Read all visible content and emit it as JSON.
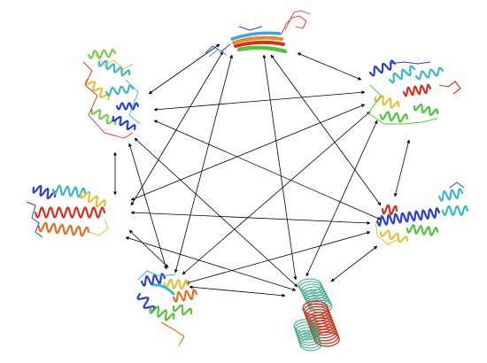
{
  "diagram": {
    "kind": "all-to-all protein structure comparison network",
    "nodes": [
      {
        "id": "top",
        "icon": "beta-sheet-ribbon-protein-icon",
        "colors": [
          "#2a3fd0",
          "#3aa6e0",
          "#f08a1e",
          "#d8301e",
          "#55c23c"
        ]
      },
      {
        "id": "upper-left",
        "icon": "multi-domain-helical-protein-icon",
        "colors": [
          "#2a3fd0",
          "#3ab8c8",
          "#7ec84a",
          "#e2c13c",
          "#d8301e"
        ]
      },
      {
        "id": "upper-right",
        "icon": "globular-helical-protein-icon",
        "colors": [
          "#2a3fd0",
          "#3ab8c8",
          "#55c23c",
          "#e2c13c",
          "#d8301e"
        ]
      },
      {
        "id": "middle-left",
        "icon": "helix-bundle-protein-icon",
        "colors": [
          "#2a3fd0",
          "#3ab8c8",
          "#e2c13c",
          "#e2701e",
          "#d8301e"
        ]
      },
      {
        "id": "middle-right",
        "icon": "elongated-helical-protein-icon",
        "colors": [
          "#2a3fd0",
          "#3ab8c8",
          "#55c23c",
          "#e2c13c",
          "#d8301e"
        ]
      },
      {
        "id": "lower-left",
        "icon": "small-alpha-beta-protein-icon",
        "colors": [
          "#2a3fd0",
          "#3ab8c8",
          "#55c23c",
          "#e2c13c",
          "#e2701e"
        ]
      },
      {
        "id": "lower-right",
        "icon": "coiled-coil-protein-icon",
        "colors": [
          "#3aa88a",
          "#c8321e",
          "#3aa88a"
        ]
      }
    ],
    "edges": [
      [
        "top",
        "upper-left"
      ],
      [
        "top",
        "upper-right"
      ],
      [
        "top",
        "middle-left"
      ],
      [
        "top",
        "middle-right"
      ],
      [
        "top",
        "lower-left"
      ],
      [
        "top",
        "lower-right"
      ],
      [
        "upper-left",
        "upper-right"
      ],
      [
        "upper-left",
        "middle-left"
      ],
      [
        "upper-left",
        "middle-right"
      ],
      [
        "upper-left",
        "lower-left"
      ],
      [
        "upper-left",
        "lower-right"
      ],
      [
        "upper-right",
        "middle-left"
      ],
      [
        "upper-right",
        "middle-right"
      ],
      [
        "upper-right",
        "lower-left"
      ],
      [
        "upper-right",
        "lower-right"
      ],
      [
        "middle-left",
        "middle-right"
      ],
      [
        "middle-left",
        "lower-left"
      ],
      [
        "middle-left",
        "lower-right"
      ],
      [
        "middle-right",
        "lower-left"
      ],
      [
        "middle-right",
        "lower-right"
      ],
      [
        "lower-left",
        "lower-right"
      ]
    ],
    "edge_color": "#000000"
  }
}
